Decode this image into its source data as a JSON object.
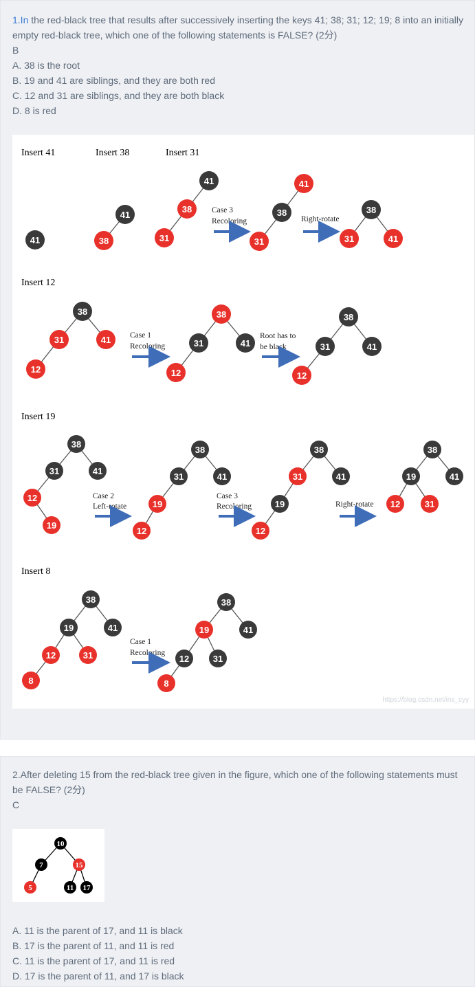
{
  "q1": {
    "number": "1.In",
    "text": " the red-black tree that results after successively inserting the keys 41; 38; 31; 12; 19; 8 into an initially empty red-black tree, which one of the following statements is FALSE? (2分)",
    "answer": "B",
    "options": [
      "A. 38 is the root",
      "B. 19 and 41 are siblings, and they are both red",
      "C. 12 and 31 are siblings, and they are both black",
      "D. 8 is red"
    ],
    "figure": {
      "section_labels": {
        "insert41": "Insert 41",
        "insert38": "Insert 38",
        "insert31": "Insert 31",
        "insert12": "Insert 12",
        "insert19": "Insert 19",
        "insert8": "Insert 8"
      },
      "steps": {
        "case3_1": "Case 3",
        "recoloring_1": "Recoloring",
        "rightrotate_1": "Right-rotate",
        "case1_1": "Case 1",
        "recoloring_2": "Recoloring",
        "root_1": "Root has to",
        "root_2": "be black",
        "case2": "Case 2",
        "leftrotate": "Left-rotate",
        "case3_2": "Case 3",
        "recoloring_3": "Recoloring",
        "rightrotate_2": "Right-rotate",
        "case1_2": "Case 1",
        "recoloring_4": "Recoloring"
      },
      "watermark": "https://blog.csdn.net/ins_cyy",
      "colors": {
        "red": "#e8312a",
        "black": "#3a3a3a",
        "arrow": "#3f6db8"
      }
    }
  },
  "q2": {
    "text": "2.After deleting 15 from the red-black tree given in the figure, which one of the following statements must be FALSE? (2分)",
    "answer": "C",
    "options": [
      "A. 11 is the parent of 17, and 11 is black",
      "B. 17 is the parent of 11, and 11 is red",
      "C. 11 is the parent of 17, and 11 is red",
      "D. 17 is the parent of 11, and 17 is black"
    ],
    "figure": {
      "colors": {
        "red": "#e8312a",
        "black": "#000000"
      }
    }
  }
}
